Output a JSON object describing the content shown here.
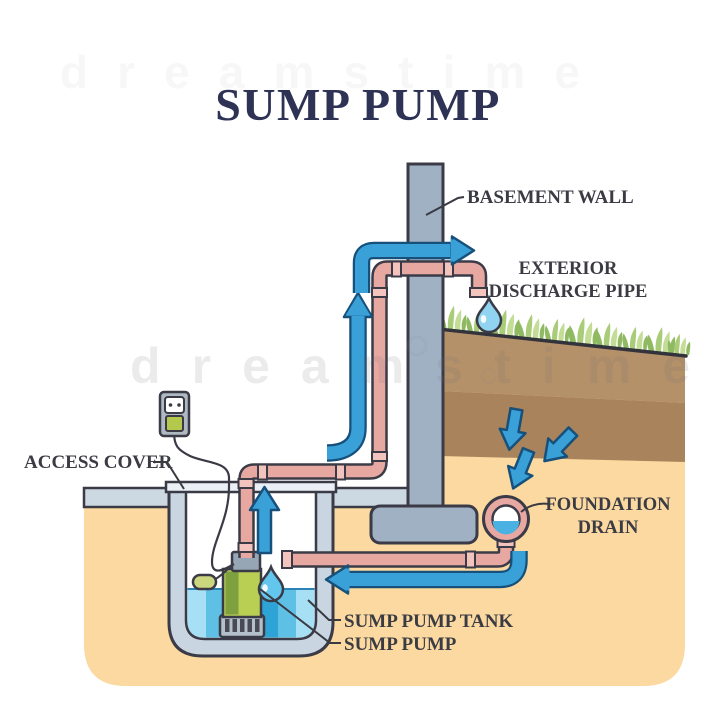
{
  "title": "SUMP PUMP",
  "labels": {
    "basement_wall": "BASEMENT WALL",
    "exterior_line1": "EXTERIOR",
    "exterior_line2": "DISCHARGE PIPE",
    "access_cover": "ACCESS COVER",
    "foundation_line1": "FOUNDATION",
    "foundation_line2": "DRAIN",
    "sump_pump_tank": "SUMP PUMP TANK",
    "sump_pump": "SUMP PUMP"
  },
  "watermark": {
    "text": "dreamstime",
    "text_faint": "dreamstime"
  },
  "icons": [
    "water-drop-icon",
    "flow-arrow-icon",
    "power-outlet-icon",
    "grass-icon"
  ],
  "colors": {
    "title_navy": "#2e3356",
    "label_ink": "#3b3b44",
    "outline": "#3b3b47",
    "wall_gray_blue": "#a0b1c4",
    "floor_gray": "#ccd9e3",
    "pit_wall": "#c9d6e1",
    "cover": "#eaf0f5",
    "soil_tan": "#fbd9a0",
    "soil_brown_top": "#b5916a",
    "soil_brown_dark": "#a8835c",
    "grass_green": "#a9cc79",
    "pipe_pink": "#e8a8a2",
    "pipe_coupling": "#f3c3bd",
    "water_blue": "#49b2e2",
    "arrow_blue": "#3aa1d8",
    "arrow_outline": "#16507b",
    "pump_green_light": "#b9cf54",
    "pump_green_dark": "#7fa03e",
    "pump_base_gray": "#b3bfc9",
    "float_yellow_green": "#ccd67e",
    "plug_green": "#b5c84e"
  }
}
